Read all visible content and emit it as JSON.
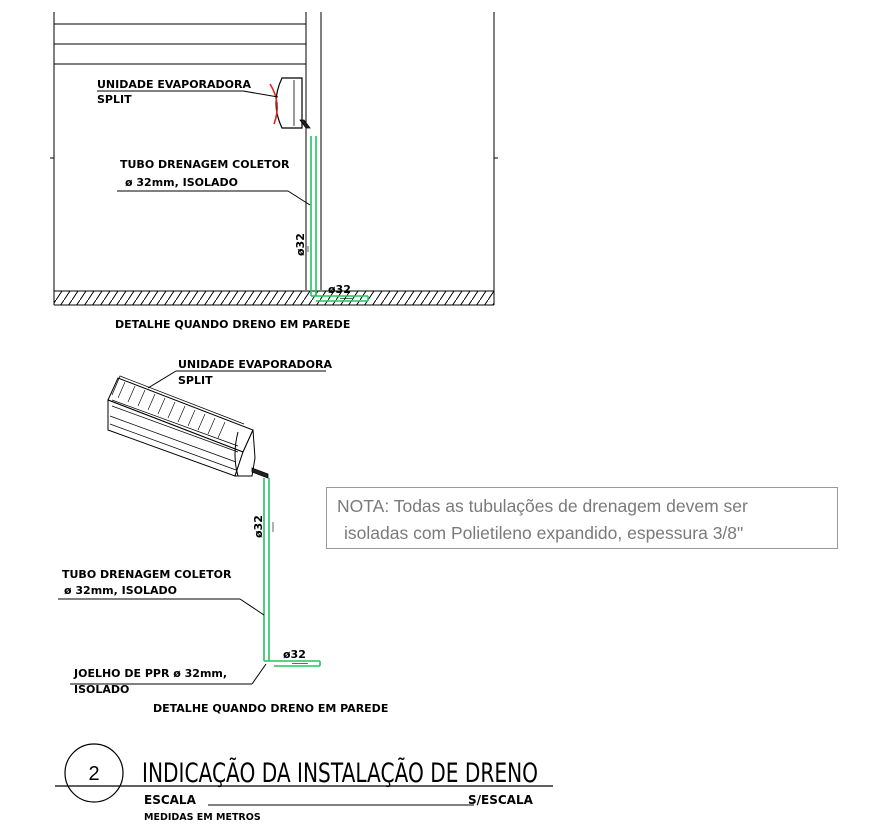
{
  "detail1": {
    "unit_label_1": "UNIDADE  EVAPORADORA",
    "unit_label_2": "SPLIT",
    "pipe_label_1": "TUBO  DRENAGEM  COLETOR",
    "pipe_label_2": "ø  32mm,  ISOLADO",
    "dim_vertical": "ø32",
    "dim_horizontal": "ø32",
    "caption": "DETALHE  QUANDO  DRENO  EM  PAREDE"
  },
  "detail2": {
    "unit_label_1": "UNIDADE  EVAPORADORA",
    "unit_label_2": "SPLIT",
    "dim_vertical": "ø32",
    "pipe_label_1": "TUBO  DRENAGEM  COLETOR",
    "pipe_label_2": "ø  32mm,  ISOLADO",
    "dim_horizontal": "ø32",
    "elbow_label_1": "JOELHO  DE  PPR  ø  32mm,",
    "elbow_label_2": "ISOLADO",
    "caption": "DETALHE  QUANDO  DRENO  EM  PAREDE"
  },
  "note": {
    "line1": "NOTA: Todas as tubulações de drenagem devem ser",
    "line2": "isoladas com Polietileno expandido, espessura 3/8\""
  },
  "title_block": {
    "number": "2",
    "title": "INDICAÇÃO  DA  INSTALAÇÃO  DE  DRENO",
    "scale_label": "ESCALA",
    "scale_value": "S/ESCALA",
    "units_note": "MEDIDAS  EM  METROS"
  },
  "colors": {
    "pipe": "#22c55e",
    "unit_accent": "#dc2626",
    "line": "#000000",
    "note_text": "#7a7a7a"
  }
}
